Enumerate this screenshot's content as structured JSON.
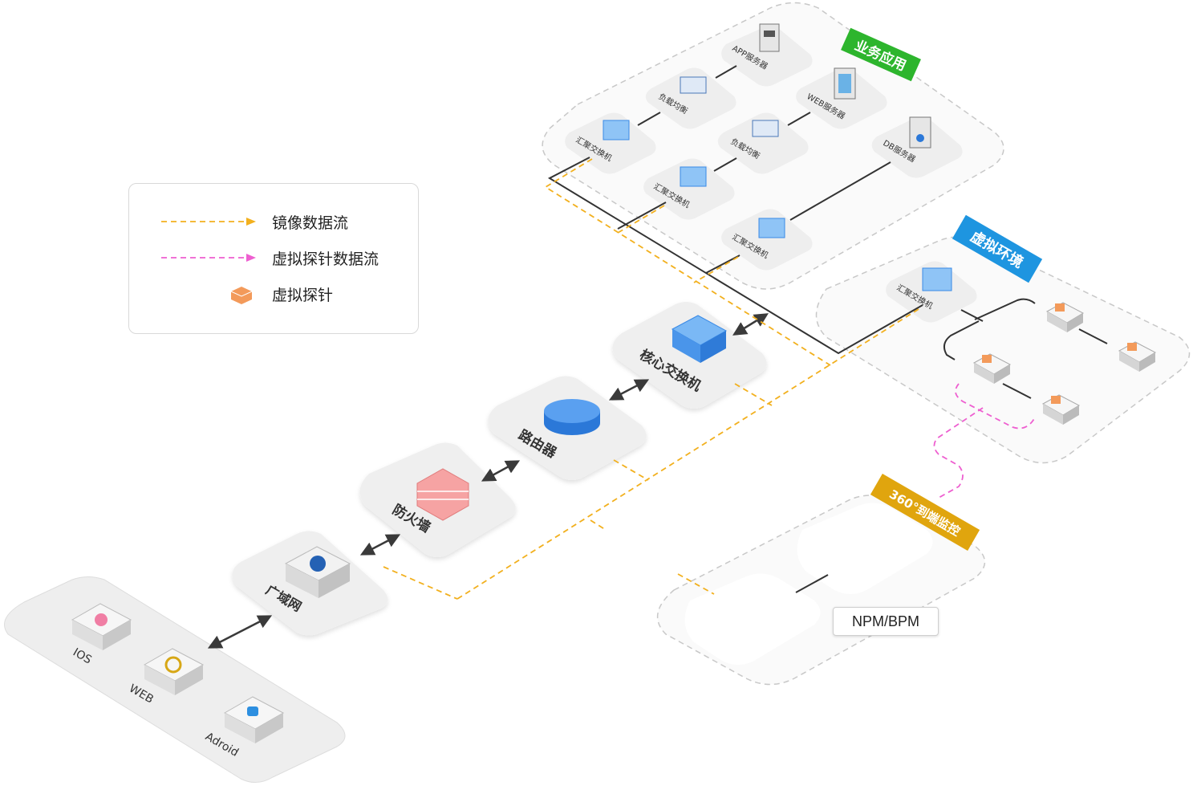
{
  "legend": {
    "mirror_label": "镜像数据流",
    "probe_flow_label": "虚拟探针数据流",
    "probe_label": "虚拟探针"
  },
  "colors": {
    "mirror": "#f2b01e",
    "probe_flow": "#ee5fd0",
    "probe": "#f39a5a",
    "business_banner": "#2db52d",
    "virtual_banner": "#1e95e0",
    "monitor_banner": "#e0a50e",
    "node_fill": "#efefef"
  },
  "groups": {
    "business": "业务应用",
    "virtual": "虚拟环境",
    "monitor": "360°到端监控"
  },
  "clients": {
    "ios": "IOS",
    "web": "WEB",
    "android": "Adroid"
  },
  "chain": {
    "wan": "广域网",
    "firewall": "防火墙",
    "router": "路由器",
    "core_switch": "核心交换机"
  },
  "business_nodes": {
    "app_server": "APP服务器",
    "lb1": "负载均衡",
    "web_server": "WEB服务器",
    "agg1": "汇聚交换机",
    "lb2": "负载均衡",
    "db_server": "DB服务器",
    "agg2": "汇聚交换机",
    "agg3": "汇聚交换机"
  },
  "virtual_nodes": {
    "agg": "汇聚交换机"
  },
  "npm": "NPM/BPM"
}
